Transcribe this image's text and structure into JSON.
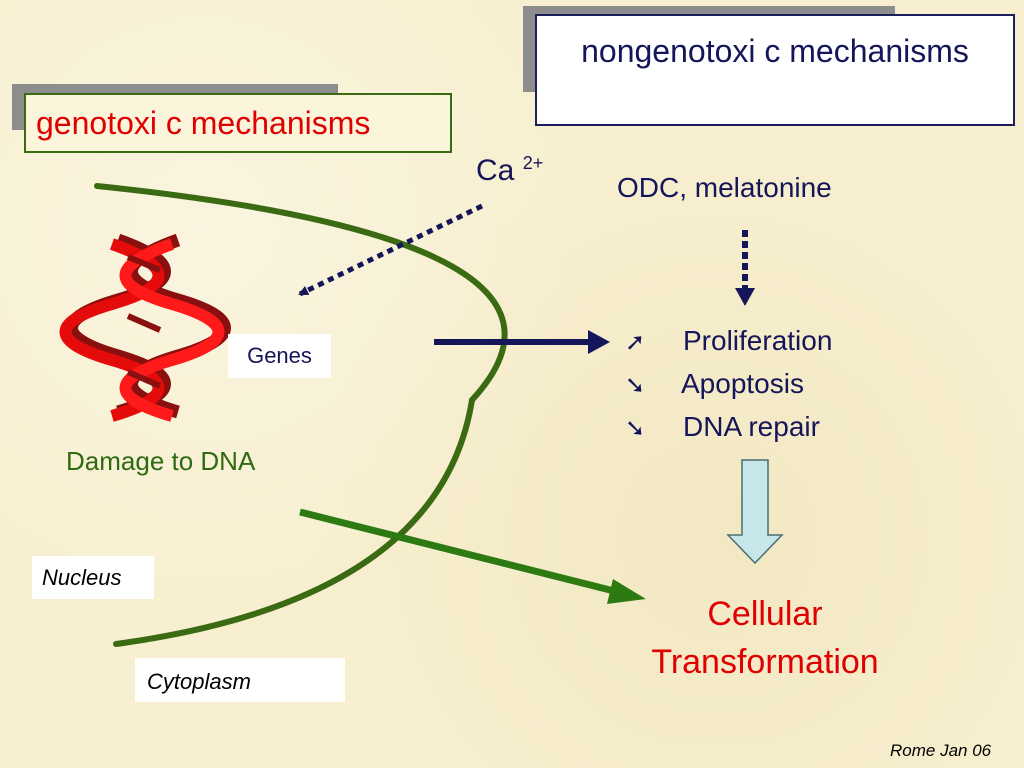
{
  "genotoxic_title": "genotoxi  c mechanisms",
  "nongenotoxic_title": "nongenotoxi  c mechanisms",
  "calcium": {
    "base": "Ca",
    "charge": "2+"
  },
  "odc_label": "ODC, melatonine",
  "genes_label": "Genes",
  "damage_label": "Damage to DNA",
  "nucleus_label": "Nucleus",
  "cytoplasm_label": "Cytoplasm",
  "effects": [
    {
      "symbol": "➚",
      "label": "Proliferation"
    },
    {
      "symbol": "➘",
      "label": "Apoptosis"
    },
    {
      "symbol": "➘",
      "label": "DNA repair"
    }
  ],
  "outcome": "Cellular Transformation",
  "footer": "Rome Jan 06",
  "colors": {
    "navy": "#15155a",
    "green": "#3a6a12",
    "red": "#e00000",
    "light_blue_arrow": "#c6e6ea"
  }
}
